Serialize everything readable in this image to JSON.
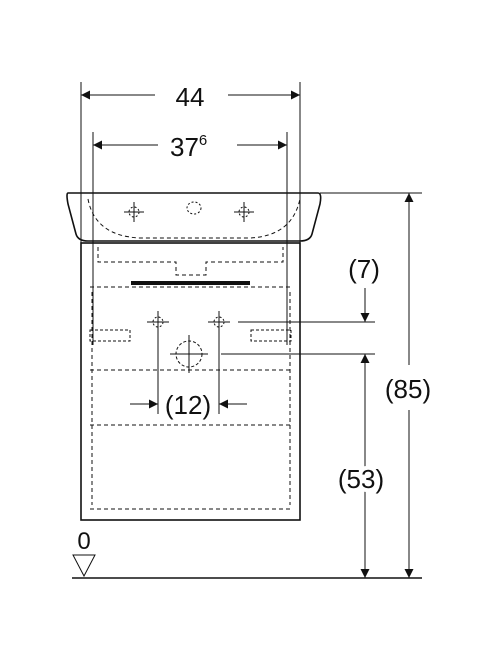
{
  "drawing": {
    "dim_outer_width": "44",
    "dim_inner_width_main": "37",
    "dim_inner_width_sup": "6",
    "dim_drain_offset": "(7)",
    "dim_total_height": "(85)",
    "dim_drain_height": "(53)",
    "dim_drain_spacing": "(12)",
    "floor_level": "0"
  }
}
